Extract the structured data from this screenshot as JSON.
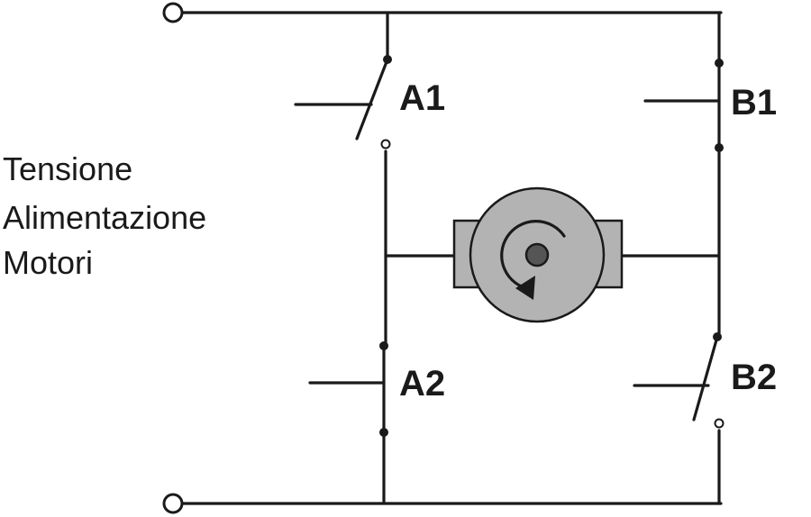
{
  "caption": {
    "lines": [
      "Tensione",
      "Alimentazione",
      "Motori"
    ]
  },
  "switches": {
    "a1": "A1",
    "a2": "A2",
    "b1": "B1",
    "b2": "B2"
  },
  "colors": {
    "line": "#1a1a1a",
    "motor_body": "#b3b3b3",
    "motor_axle": "#555555",
    "background": "#ffffff"
  },
  "icons": {
    "motor": "dc-motor-icon",
    "rotation": "clockwise-rotation-arrow-icon"
  }
}
